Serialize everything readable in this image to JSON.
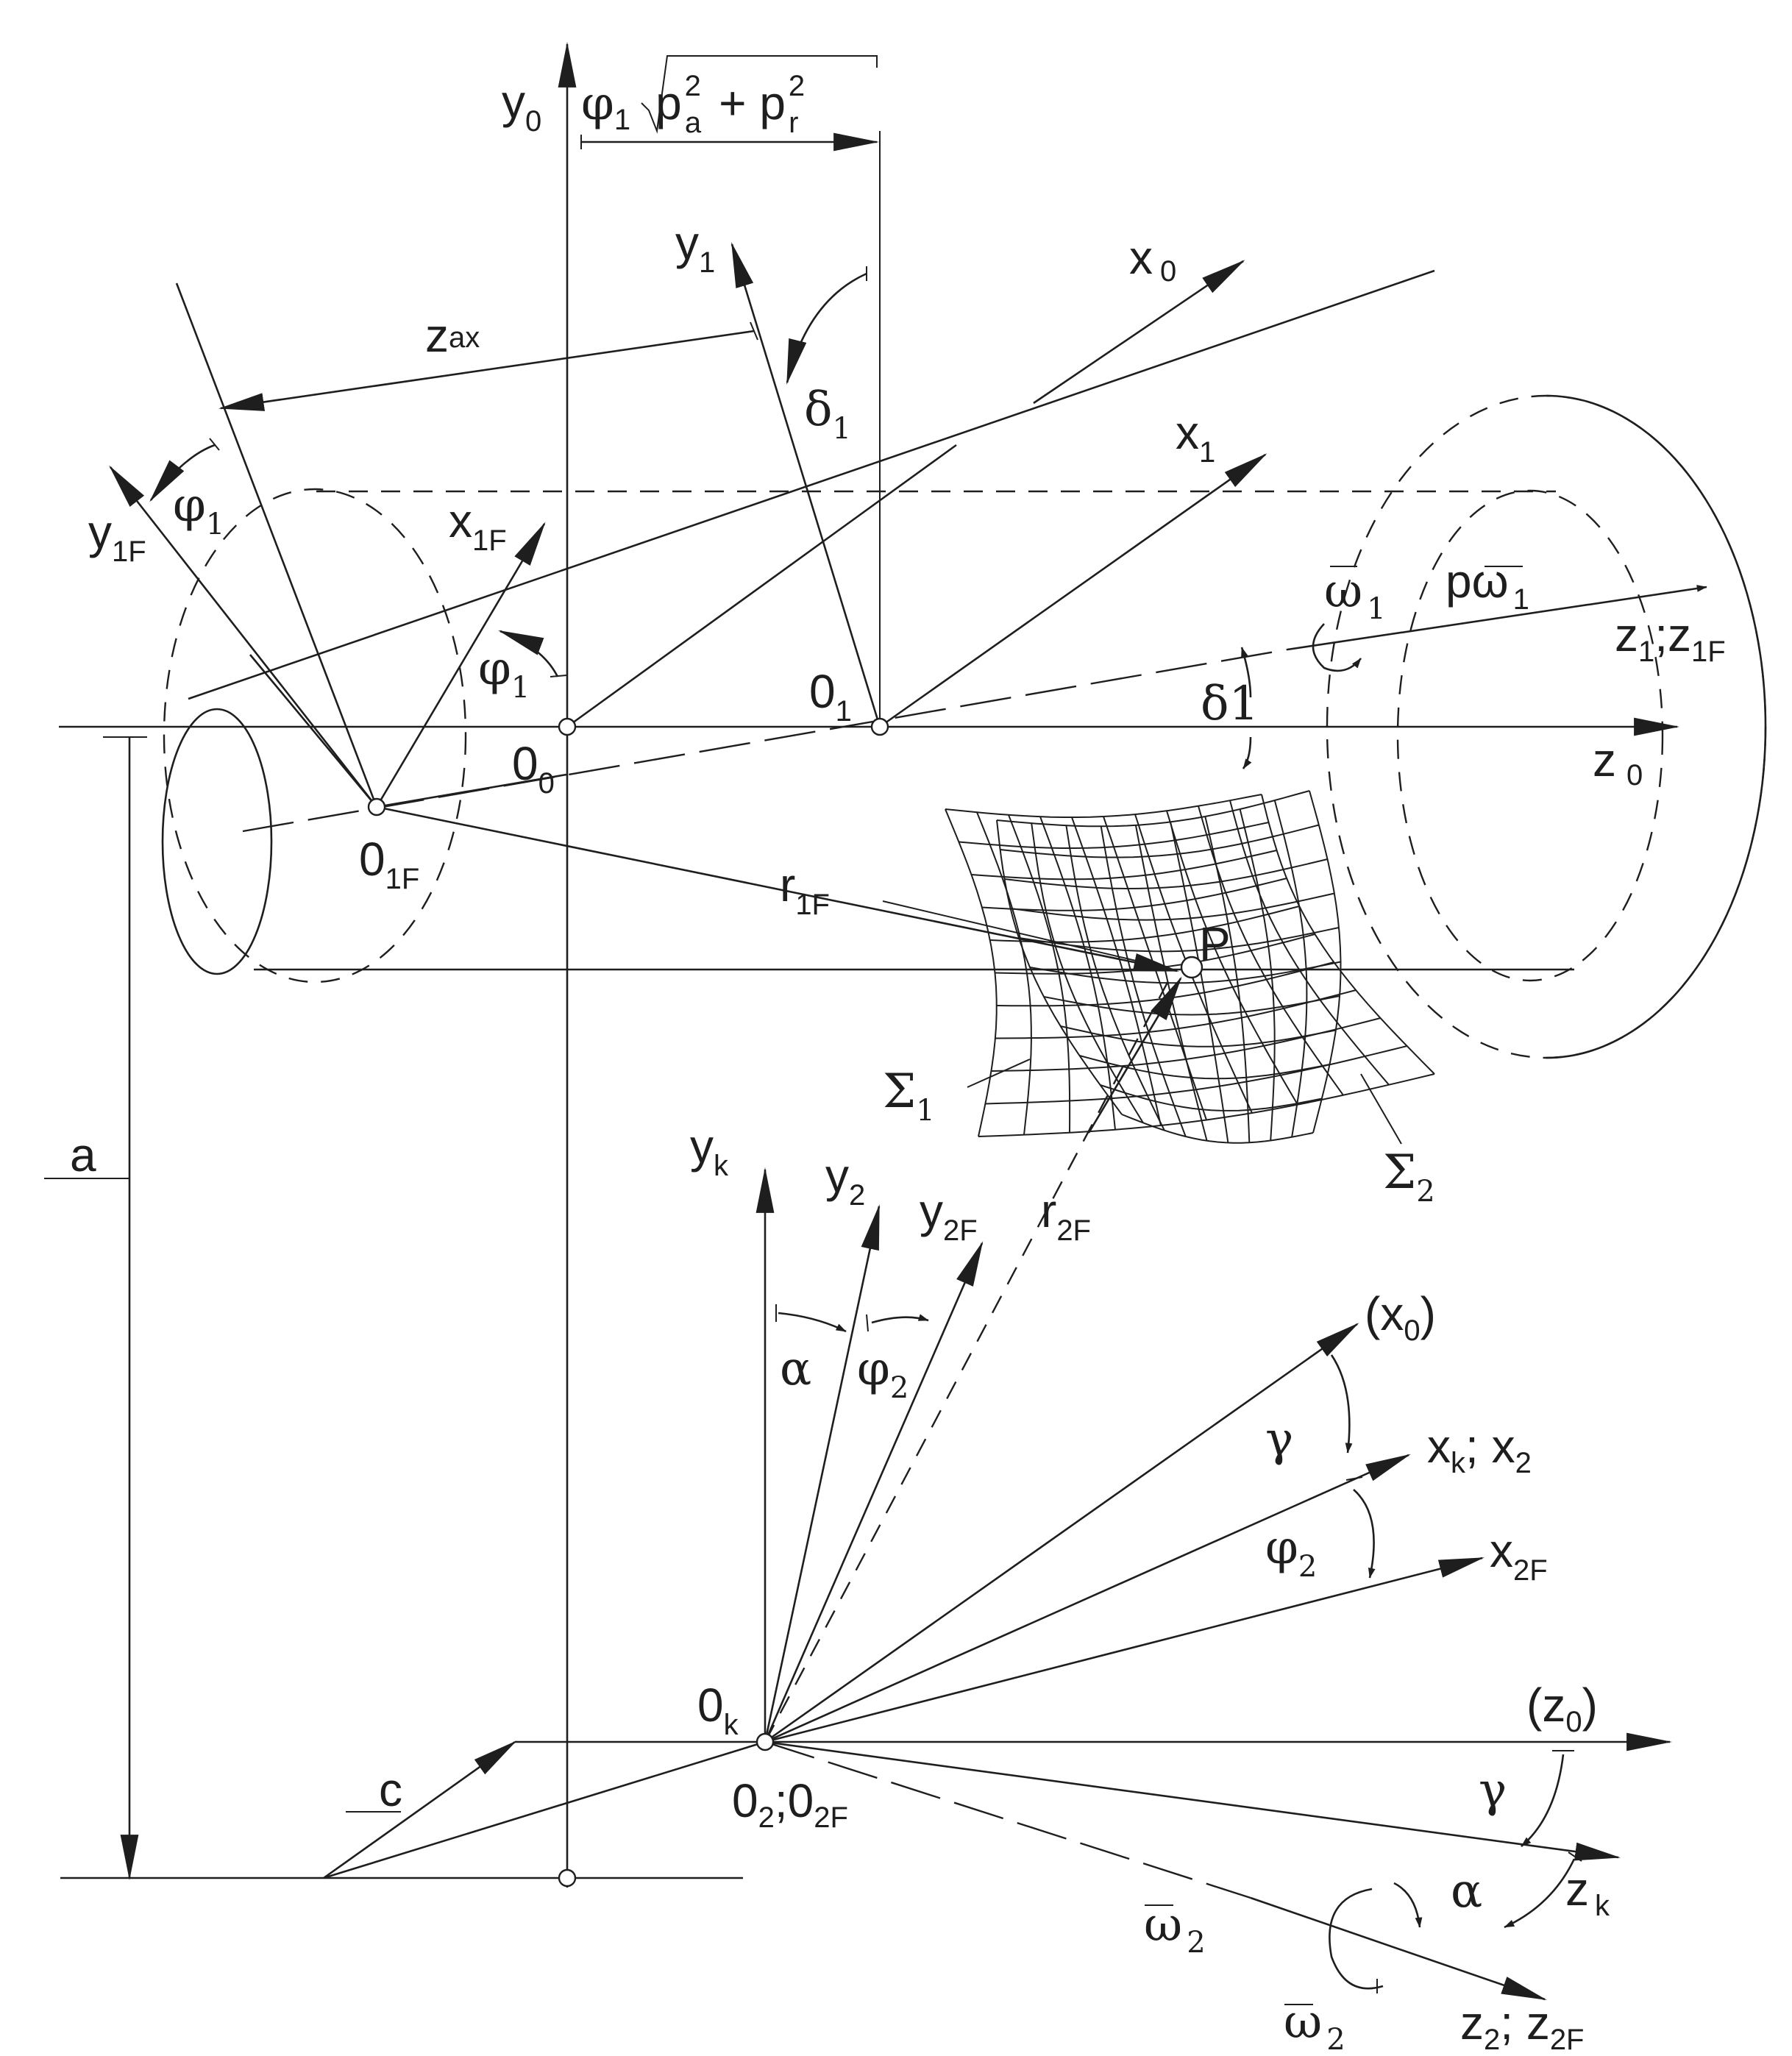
{
  "labels": {
    "y0": "y",
    "y0_sub": "0",
    "dim_formula_phi": "φ",
    "dim_formula_phi_sub": "1",
    "dim_formula_p1": "p",
    "dim_formula_a": "a",
    "dim_formula_2a": "2",
    "dim_formula_plus": "+ p",
    "dim_formula_r": "r",
    "dim_formula_2r": "2",
    "y1": "y",
    "y1_sub": "1",
    "x0": "x",
    "x0_sub": "0",
    "zax": "z",
    "zax_sub": "ax",
    "delta1": "δ",
    "delta1_sub": "1",
    "x1": "x",
    "x1_sub": "1",
    "y1F": "y",
    "y1F_sub": "1F",
    "phi1_a": "φ",
    "phi1_a_sub": "1",
    "x1F": "x",
    "x1F_sub": "1F",
    "omega1": "ω",
    "omega1_sub": "1",
    "pomega1": "pω",
    "pomega1_sub": "1",
    "z1z1F": "z",
    "z1z1F_sub1": "1",
    "z1z1F_sep": ";z",
    "z1z1F_sub2": "1F",
    "phi1_b": "φ",
    "phi1_b_sub": "1",
    "O1": "0",
    "O1_sub": "1",
    "delta1b": "δ1",
    "O0": "0",
    "O0_sub": "0",
    "z0": "z",
    "z0_sub": "0",
    "O1F": "0",
    "O1F_sub": "1F",
    "r1F": "r",
    "r1F_sub": "1F",
    "P": "P",
    "sigma1": "Σ",
    "sigma1_sub": "1",
    "sigma2": "Σ",
    "sigma2_sub": "2",
    "a": "a",
    "yk": "y",
    "yk_sub": "k",
    "y2": "y",
    "y2_sub": "2",
    "y2F": "y",
    "y2F_sub": "2F",
    "r2F": "r",
    "r2F_sub": "2F",
    "x0p": "(x",
    "x0p_sub": "0",
    "x0p_close": ")",
    "alpha_a": "α",
    "phi2_a": "φ",
    "phi2_a_sub": "2",
    "gamma_a": "γ",
    "xkx2": "x",
    "xkx2_sub1": "k",
    "xkx2_sep": "; x",
    "xkx2_sub2": "2",
    "phi2_b": "φ",
    "phi2_b_sub": "2",
    "x2F": "x",
    "x2F_sub": "2F",
    "Ok": "0",
    "Ok_sub": "k",
    "z0p": "(z",
    "z0p_sub": "0",
    "z0p_close": ")",
    "c": "c",
    "O2O2F": "0",
    "O2O2F_sub1": "2",
    "O2O2F_sep": ";0",
    "O2O2F_sub2": "2F",
    "gamma_b": "γ",
    "alpha_b": "α",
    "zk": "z",
    "zk_sub": "k",
    "omega2_a": "ω",
    "omega2_a_sub": "2",
    "omega2_b": "ω",
    "omega2_b_sub": "2",
    "z2z2F": "z",
    "z2z2F_sub1": "2",
    "z2z2F_sep": "; z",
    "z2z2F_sub2": "2F"
  },
  "colors": {
    "ink": "#1e1e1e",
    "background": "#ffffff"
  }
}
